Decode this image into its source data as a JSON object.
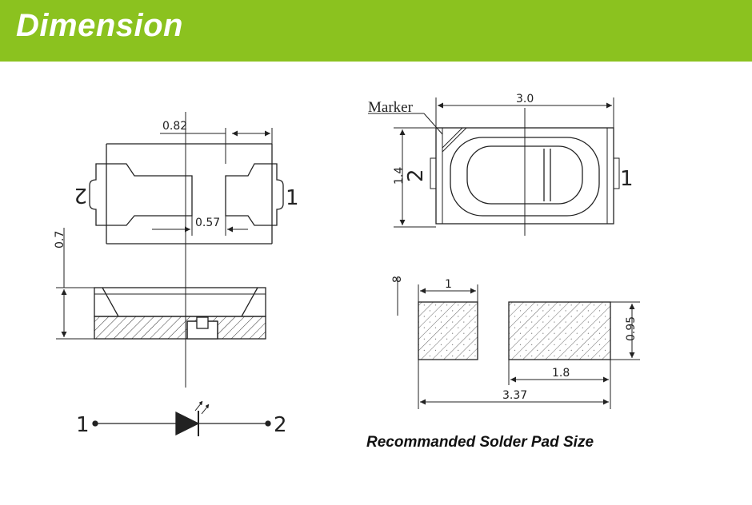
{
  "header": {
    "title": "Dimension"
  },
  "left_drawing": {
    "dim_top_width": "0.82",
    "dim_inner_gap": "0.57",
    "dim_height": "0.7",
    "pin_left": "2",
    "pin_right": "1"
  },
  "schematic": {
    "pin_left": "1",
    "pin_right": "2"
  },
  "right_drawing": {
    "marker_label": "Marker",
    "dim_width": "3.0",
    "dim_height": "1.4",
    "pin_left": "2",
    "pin_right": "1"
  },
  "solder_pad": {
    "dim_gap": "8",
    "dim_pad_small": "1",
    "dim_pad_height": "0.95",
    "dim_pad_large": "1.8",
    "dim_total": "3.37",
    "caption": "Recommanded Solder Pad Size"
  },
  "colors": {
    "header_bg": "#8bc21f",
    "line": "#222222"
  }
}
